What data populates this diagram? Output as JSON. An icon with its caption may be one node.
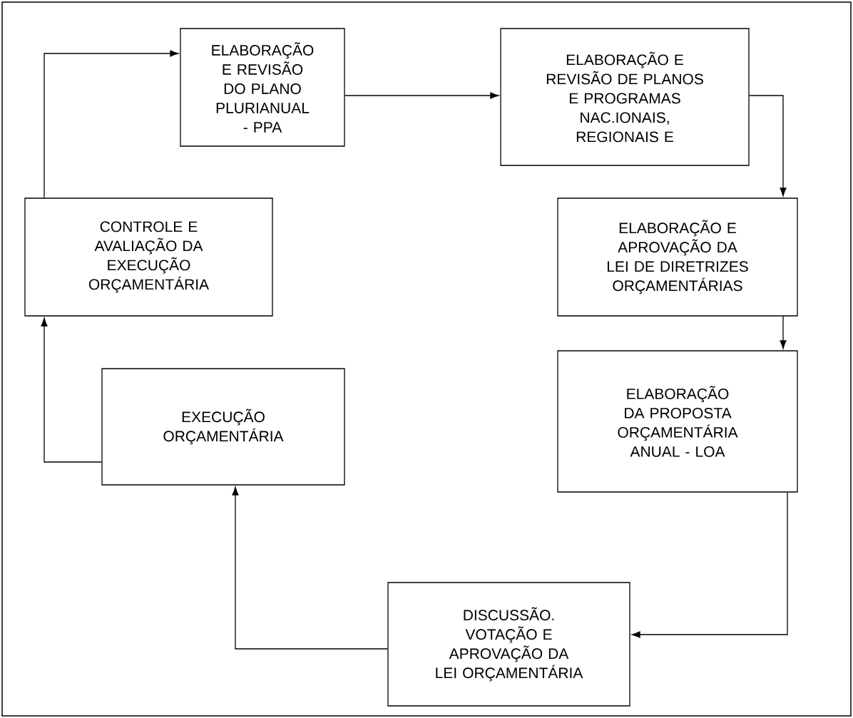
{
  "diagram": {
    "nodes": [
      {
        "text": [
          "ELABORAÇÃO E REVISÃO DO PLANO PLURIANUAL - PPA"
        ]
      },
      {
        "text": [
          "ELABORAÇÃO E REVISÃO DE PLANOS E PROGRAMAS NAC.IONAIS, REGIONAIS E"
        ]
      },
      {
        "text": [
          "ELABORAÇÃO E APROVAÇÃO DA LEI DE DIRETRIZES ORÇAMENTÁRIAS"
        ]
      },
      {
        "text": [
          "ELABORAÇÃO DA PROPOSTA ORÇAMENTÁRIA ANUAL - LOA"
        ]
      },
      {
        "text": [
          "DISCUSSÃO. VOTAÇÃO E APROVAÇÃO DA LEI ORÇAMENTÁRIA"
        ]
      },
      {
        "text": [
          "EXECUÇÃO ORÇAMENTÁRIA"
        ]
      },
      {
        "text": [
          "CONTROLE E AVALIAÇÃO DA EXECUÇÃO ORÇAMENTÁRIA"
        ]
      }
    ],
    "edges": [
      {
        "from": 0,
        "to": 1,
        "arrow": "to"
      },
      {
        "from": 1,
        "to": 2,
        "arrow": "to"
      },
      {
        "from": 2,
        "to": 3,
        "arrow": "to"
      },
      {
        "from": 3,
        "to": 4,
        "arrow": "to"
      },
      {
        "from": 4,
        "to": 5,
        "arrow": "to"
      },
      {
        "from": 5,
        "to": 6,
        "arrow": "to"
      },
      {
        "from": 6,
        "to": 0,
        "arrow": "to"
      }
    ]
  }
}
